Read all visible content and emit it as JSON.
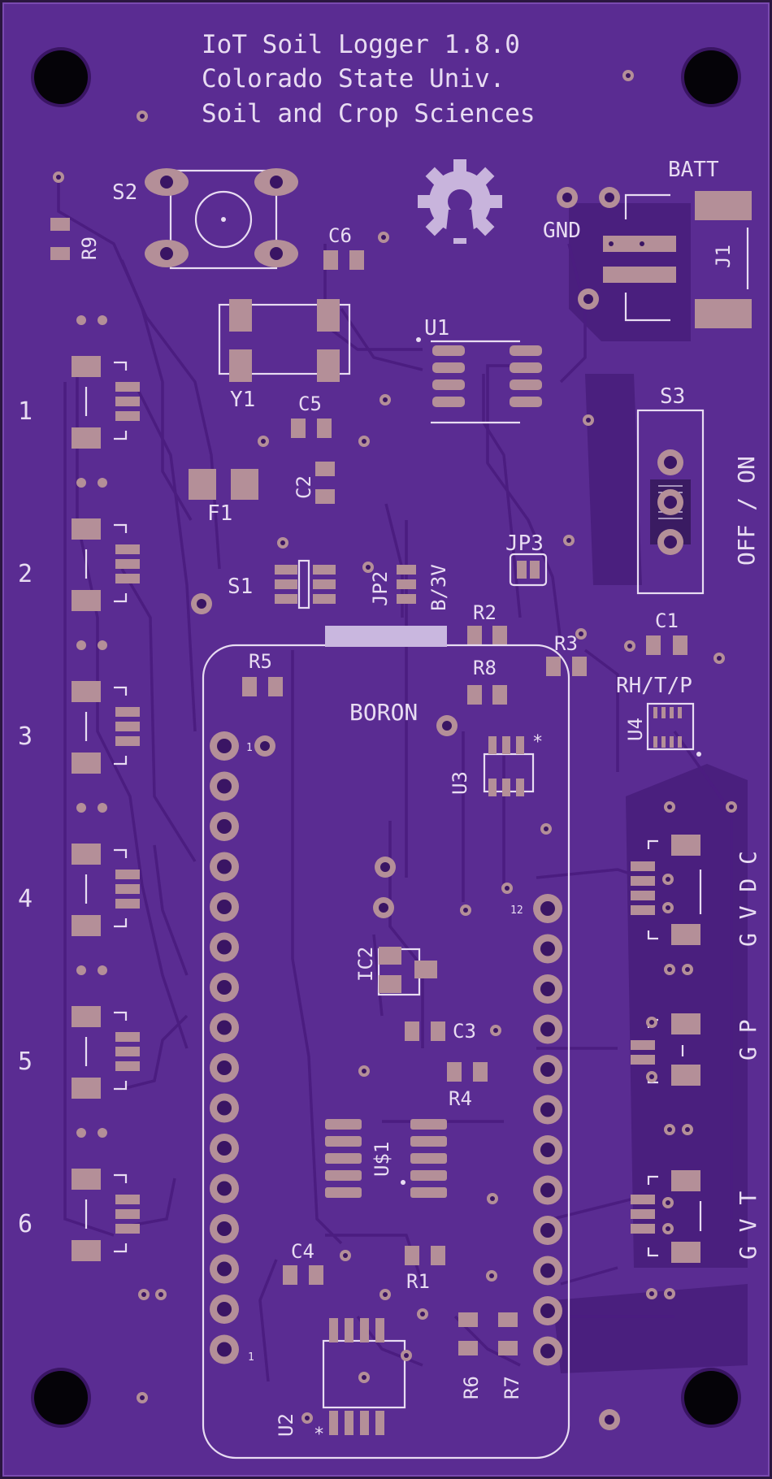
{
  "board": {
    "title_lines": [
      "IoT Soil Logger 1.8.0",
      "Colorado State Univ.",
      "Soil and Crop Sciences"
    ]
  },
  "colors": {
    "board": "#5a2c92",
    "board_dark": "#421b70",
    "copper_pad": "#b48f98",
    "silkscreen": "#e8dcf2",
    "hole": "#050308"
  },
  "labels": {
    "s2": "S2",
    "r9": "R9",
    "c6": "C6",
    "y1": "Y1",
    "u1": "U1",
    "c5": "C5",
    "c2": "C2",
    "f1": "F1",
    "s1": "S1",
    "jp2": "JP2",
    "b3v": "B/3V",
    "jp3": "JP3",
    "r2": "R2",
    "r8": "R8",
    "r3": "R3",
    "c1": "C1",
    "rhtp": "RH/T/P",
    "u4": "U4",
    "r5": "R5",
    "boron": "BORON",
    "u3": "U3",
    "ic2": "IC2",
    "c3": "C3",
    "r4": "R4",
    "u1s": "U$1",
    "c4": "C4",
    "r1": "R1",
    "u2": "U2",
    "r6": "R6",
    "r7": "R7",
    "s3": "S3",
    "offon": "OFF / ON",
    "batt": "BATT",
    "gnd": "GND",
    "j1": "J1",
    "gvdc": "G V D C",
    "gp": "G P",
    "gvt": "G V T",
    "pin1_top": "1",
    "pin12": "12",
    "pin1_bot": "1"
  },
  "connectors": [
    "1",
    "2",
    "3",
    "4",
    "5",
    "6"
  ]
}
